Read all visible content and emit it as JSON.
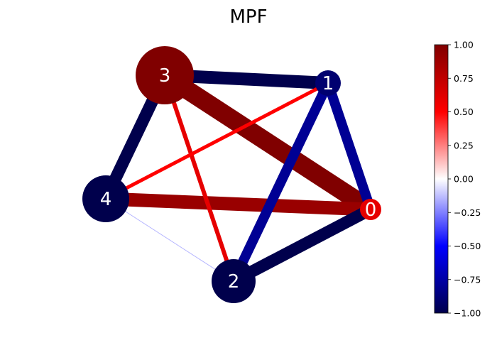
{
  "title": "MPF",
  "colorbar": {
    "min": -1.0,
    "max": 1.0,
    "ticks": [
      {
        "value": 1.0,
        "label": "1.00"
      },
      {
        "value": 0.75,
        "label": "0.75"
      },
      {
        "value": 0.5,
        "label": "0.50"
      },
      {
        "value": 0.25,
        "label": "0.25"
      },
      {
        "value": 0.0,
        "label": "0.00"
      },
      {
        "value": -0.25,
        "label": "−0.25"
      },
      {
        "value": -0.5,
        "label": "−0.50"
      },
      {
        "value": -0.75,
        "label": "−0.75"
      },
      {
        "value": -1.0,
        "label": "−1.00"
      }
    ],
    "colormap": "seismic"
  },
  "nodes": [
    {
      "id": "0",
      "label": "0",
      "value": 0.6
    },
    {
      "id": "1",
      "label": "1",
      "value": -0.9
    },
    {
      "id": "2",
      "label": "2",
      "value": -1.0
    },
    {
      "id": "3",
      "label": "3",
      "value": 1.0
    },
    {
      "id": "4",
      "label": "4",
      "value": -1.0
    }
  ],
  "edges": [
    {
      "source": "3",
      "target": "0",
      "value": 1.0
    },
    {
      "source": "4",
      "target": "0",
      "value": 0.9
    },
    {
      "source": "3",
      "target": "1",
      "value": -1.0
    },
    {
      "source": "3",
      "target": "4",
      "value": -1.0
    },
    {
      "source": "2",
      "target": "0",
      "value": -1.0
    },
    {
      "source": "1",
      "target": "0",
      "value": -0.8
    },
    {
      "source": "1",
      "target": "2",
      "value": -0.8
    },
    {
      "source": "3",
      "target": "2",
      "value": 0.6
    },
    {
      "source": "4",
      "target": "1",
      "value": 0.5
    },
    {
      "source": "4",
      "target": "2",
      "value": -0.15
    }
  ]
}
